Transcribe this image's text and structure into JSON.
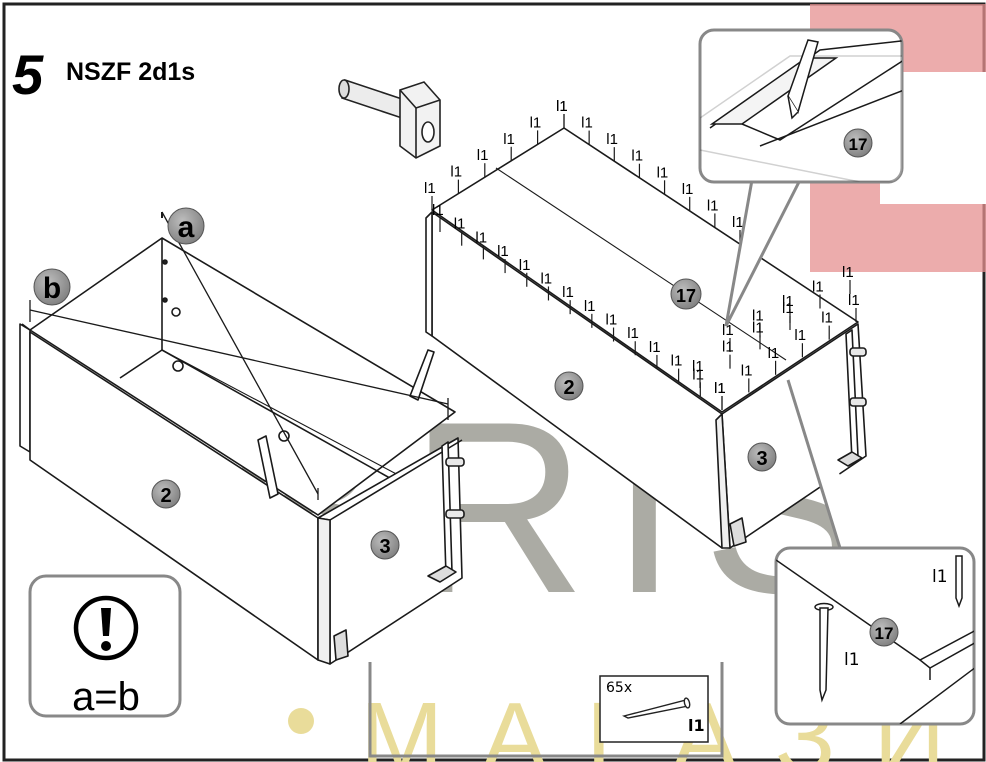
{
  "step": {
    "number": "5",
    "title": "NSZF 2d1s"
  },
  "notice": {
    "icon": "exclamation-icon",
    "text": "a=b"
  },
  "measure": {
    "a": "a",
    "b": "b"
  },
  "parts": {
    "front_left": "2",
    "side_left": "3",
    "front_right": "2",
    "side_right": "3",
    "back_panel": "17",
    "zoom_top": "17",
    "zoom_bottom": "17"
  },
  "hardware": {
    "nail_code": "l1",
    "quantity": "65x"
  },
  "watermark": {
    "brand": "BRIS",
    "sub": "МАГАЗИН"
  },
  "colors": {
    "line": "#1a1a1a",
    "badge": "#8a8a8a",
    "zoom_red": "#e06868",
    "watermark_gray": "#8f8f86",
    "watermark_yellow": "#e9dc9a"
  }
}
